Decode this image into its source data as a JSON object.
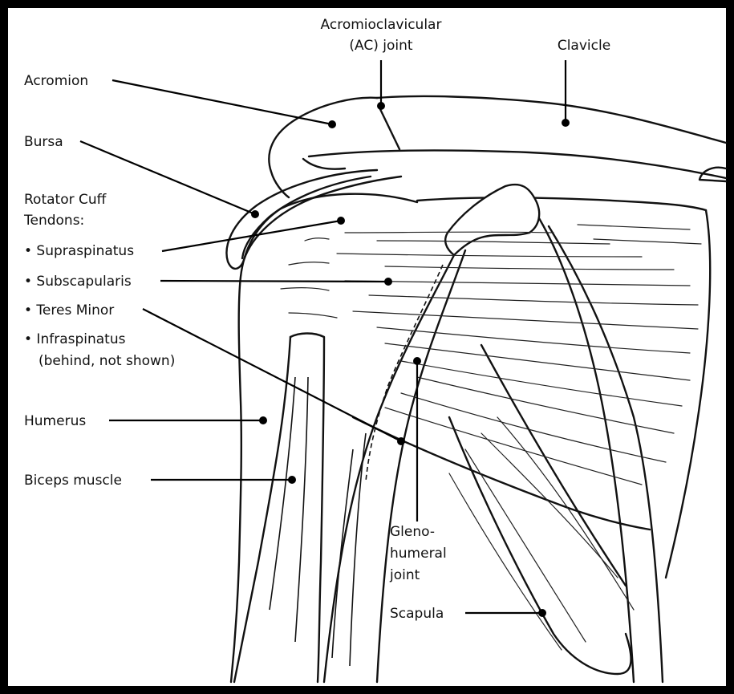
{
  "labels": {
    "acromioclavicular_line1": "Acromioclavicular",
    "acromioclavicular_line2": "(AC) joint",
    "clavicle": "Clavicle",
    "acromion": "Acromion",
    "bursa": "Bursa",
    "rotator_cuff_line1": "Rotator Cuff",
    "rotator_cuff_line2": "Tendons:",
    "supraspinatus": "• Supraspinatus",
    "subscapularis": "• Subscapularis",
    "teres_minor": "• Teres Minor",
    "infraspinatus_line1": "• Infraspinatus",
    "infraspinatus_line2": "(behind, not shown)",
    "humerus": "Humerus",
    "biceps_muscle": "Biceps muscle",
    "glenohumeral_line1": "Gleno-",
    "glenohumeral_line2": "humeral",
    "glenohumeral_line3": "joint",
    "scapula": "Scapula"
  },
  "colors": {
    "frame": "#000000",
    "paper": "#ffffff",
    "ink": "#111111"
  }
}
